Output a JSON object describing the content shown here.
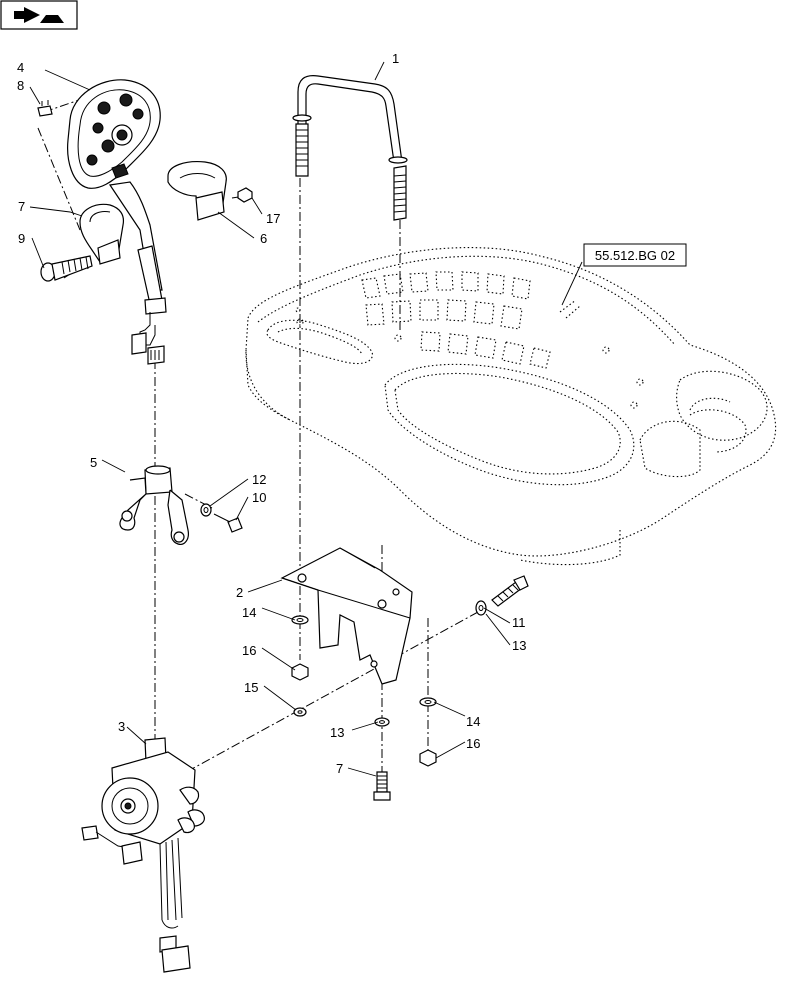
{
  "diagram": {
    "reference_label": "55.512.BG 02",
    "callouts": {
      "c1": "1",
      "c2": "2",
      "c3": "3",
      "c4": "4",
      "c5": "5",
      "c6": "6",
      "c7a": "7",
      "c7b": "7",
      "c8": "8",
      "c9": "9",
      "c10": "10",
      "c11": "11",
      "c12": "12",
      "c13a": "13",
      "c13b": "13",
      "c14a": "14",
      "c14b": "14",
      "c15": "15",
      "c16a": "16",
      "c16b": "16",
      "c17": "17"
    },
    "icons": {
      "corner": "book-arrow-icon"
    }
  }
}
